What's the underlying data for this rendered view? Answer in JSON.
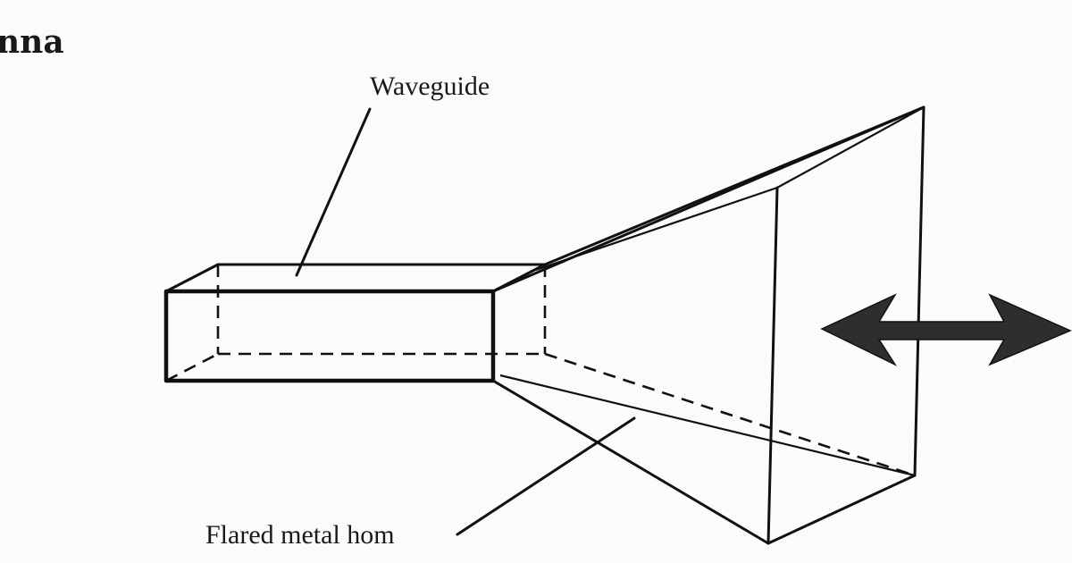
{
  "page": {
    "heading_fragment": "nna"
  },
  "labels": {
    "waveguide": "Waveguide",
    "horn": "Flared metal hom"
  },
  "icons": {
    "arrow": "double-headed-arrow-icon"
  },
  "colors": {
    "ink": "#111111",
    "paper": "#fbfbfa",
    "arrow_fill": "#2e2e2e"
  }
}
